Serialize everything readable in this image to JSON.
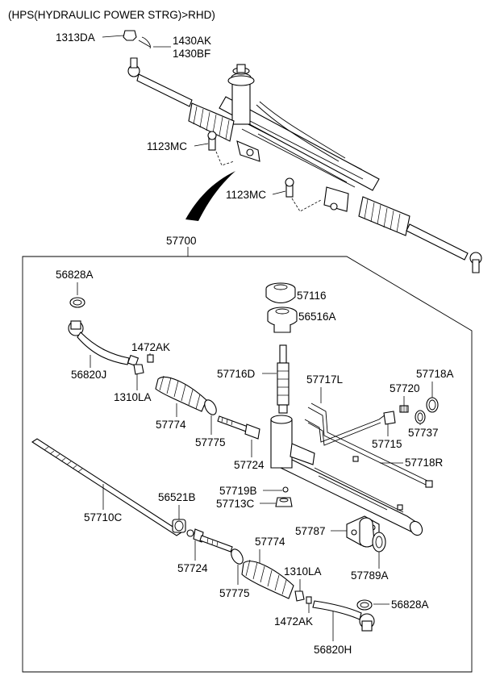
{
  "title": "(HPS(HYDRAULIC POWER STRG)>RHD)",
  "parts": {
    "p1313DA": "1313DA",
    "p1430AK": "1430AK",
    "p1430BF": "1430BF",
    "p1123MC_a": "1123MC",
    "p1123MC_b": "1123MC",
    "p57700": "57700",
    "p56828A_a": "56828A",
    "p57116": "57116",
    "p56516A": "56516A",
    "p1472AK_a": "1472AK",
    "p56820J": "56820J",
    "p1310LA_a": "1310LA",
    "p57716D": "57716D",
    "p57717L": "57717L",
    "p57718A": "57718A",
    "p57720": "57720",
    "p57774_a": "57774",
    "p57775_a": "57775",
    "p57715": "57715",
    "p57737": "57737",
    "p57724_a": "57724",
    "p57718R": "57718R",
    "p57719B": "57719B",
    "p57713C": "57713C",
    "p56521B": "56521B",
    "p57710C": "57710C",
    "p57787": "57787",
    "p57774_b": "57774",
    "p57724_b": "57724",
    "p57789A": "57789A",
    "p1310LA_b": "1310LA",
    "p57775_b": "57775",
    "p56828A_b": "56828A",
    "p1472AK_b": "1472AK",
    "p56820H": "56820H"
  }
}
